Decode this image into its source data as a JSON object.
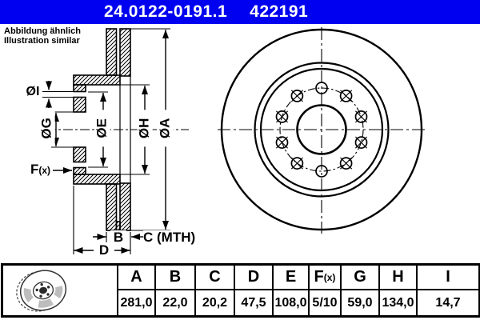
{
  "header": {
    "part_number": "24.0122-0191.1",
    "reference": "422191"
  },
  "note": {
    "line1": "Abbildung ähnlich",
    "line2": "Illustration similar"
  },
  "dims": {
    "dia_i": "ØI",
    "dia_g": "ØG",
    "dia_e": "ØE",
    "dia_h": "ØH",
    "dia_a": "ØA",
    "f": "F",
    "f_sub": "(x)",
    "b": "B",
    "c_mth": "C (MTH)",
    "d": "D"
  },
  "table": {
    "headers": [
      "A",
      "B",
      "C",
      "D",
      "E",
      "F",
      "G",
      "H",
      "I"
    ],
    "fx_sub": "(x)",
    "values": [
      "281,0",
      "22,0",
      "20,2",
      "47,5",
      "108,0",
      "5/10",
      "59,0",
      "134,0",
      "14,7"
    ]
  },
  "colors": {
    "header_bg": "#0000F0",
    "line": "#000000"
  }
}
